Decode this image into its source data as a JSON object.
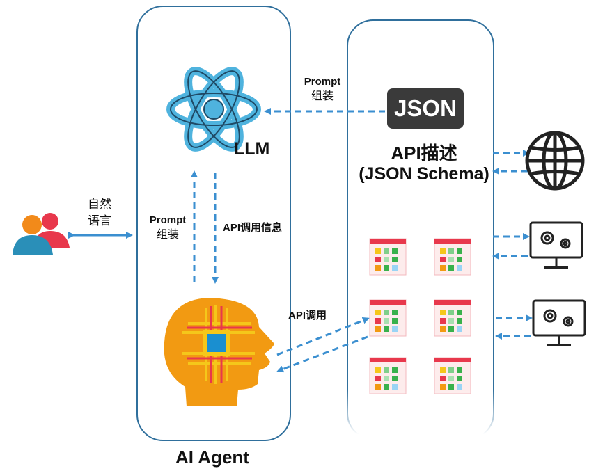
{
  "agent_panel": {
    "title": "AI Agent"
  },
  "llm": {
    "label": "LLM"
  },
  "json_badge": {
    "text": "JSON"
  },
  "api_panel": {
    "desc_line1": "API描述",
    "desc_line2": "(JSON Schema)"
  },
  "labels": {
    "prompt_top": {
      "line1": "Prompt",
      "line2": "组装"
    },
    "prompt_left": {
      "line1": "Prompt",
      "line2": "组装"
    },
    "natural_language": {
      "line1": "自然",
      "line2": "语言"
    },
    "api_call_info": "API调用信息",
    "api_call": "API调用"
  },
  "icons": {
    "user": "users-icon",
    "llm": "atom-icon",
    "agent": "ai-head-chip-icon",
    "globe": "globe-icon",
    "server": "monitor-gears-icon",
    "api_module": "app-window-grid-icon"
  },
  "colors": {
    "panel_border": "#2f6f9c",
    "arrow": "#3b8fd0",
    "atom": "#4fb3de",
    "head": "#f29a12",
    "chip": "#f5c71a",
    "module_red": "#e8384c",
    "module_green": "#39b14c"
  }
}
